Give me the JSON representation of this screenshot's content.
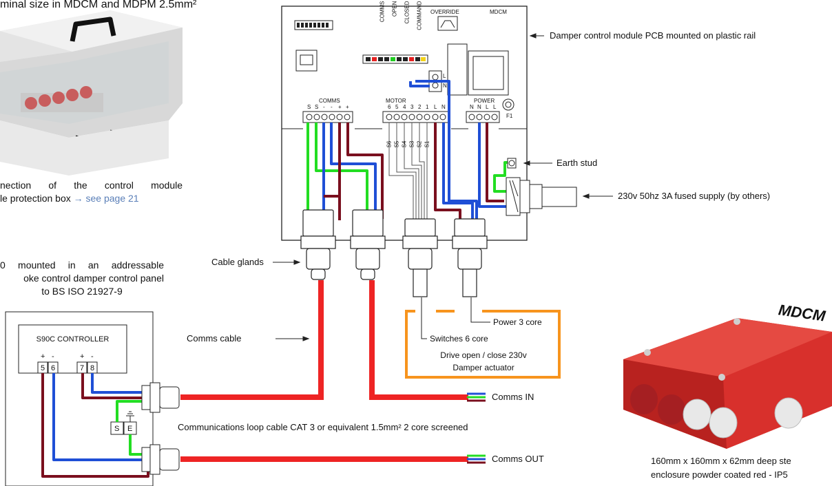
{
  "header": {
    "top_text": "minal size in MDCM and MDPM 2.5mm²"
  },
  "left_photo_caption": {
    "line1": "nection of the control module",
    "line2_prefix": "le protection box",
    "line2_link": "→ see page 21"
  },
  "controller_caption": {
    "line1": "0 mounted in an addressable",
    "line2": "oke control damper control panel",
    "line3": "to BS ISO 21927-9"
  },
  "controller": {
    "title": "S90C CONTROLLER",
    "terminals": [
      "5",
      "6",
      "7",
      "8"
    ],
    "polarity": [
      "+",
      "-",
      "+",
      "-"
    ],
    "se_labels": [
      "S",
      "E"
    ]
  },
  "pcb": {
    "override_label": "OVERRIDE",
    "module_label": "MDCM",
    "leds": [
      "COMMS",
      "OPEN",
      "CLOSED",
      "COMMAND"
    ],
    "comms_label": "COMMS",
    "comms_pins": [
      "S",
      "S",
      "-",
      "-",
      "+",
      "+"
    ],
    "motor_label": "MOTOR",
    "motor_pins": [
      "6",
      "5",
      "4",
      "3",
      "2",
      "1",
      "L",
      "N"
    ],
    "power_label": "POWER",
    "power_pins": [
      "N",
      "N",
      "L",
      "L"
    ],
    "fuse_label": "F1",
    "switch_wires": [
      "S6",
      "S5",
      "S4",
      "S3",
      "S2",
      "S1"
    ],
    "lin_label": [
      "L",
      "N"
    ]
  },
  "callouts": {
    "pcb": "Damper control module PCB mounted on plastic rail",
    "earth": "Earth stud",
    "supply": "230v 50hz 3A fused supply (by others)",
    "glands": "Cable glands",
    "comms_cable": "Comms cable",
    "power_core": "Power 3 core",
    "switches_core": "Switches 6 core",
    "drive_line1": "Drive open / close 230v",
    "drive_line2": "Damper actuator",
    "comms_in": "Comms IN",
    "comms_out": "Comms OUT",
    "loop_cable": "Communications loop cable CAT 3 or equivalent 1.5mm² 2 core screened"
  },
  "enclosure": {
    "title": "MDCM",
    "caption_line1": "160mm x 160mm x 62mm deep ste",
    "caption_line2": "enclosure powder coated red - IP5"
  },
  "colors": {
    "red_cable": "#ee2424",
    "blue": "#1f4fd6",
    "maroon": "#7a0f1e",
    "green": "#22dd22",
    "orange": "#f7941d",
    "enclosure_red": "#d8302c",
    "led_red": "#e52222",
    "led_green": "#22cc22",
    "led_yellow": "#f2d21a"
  }
}
